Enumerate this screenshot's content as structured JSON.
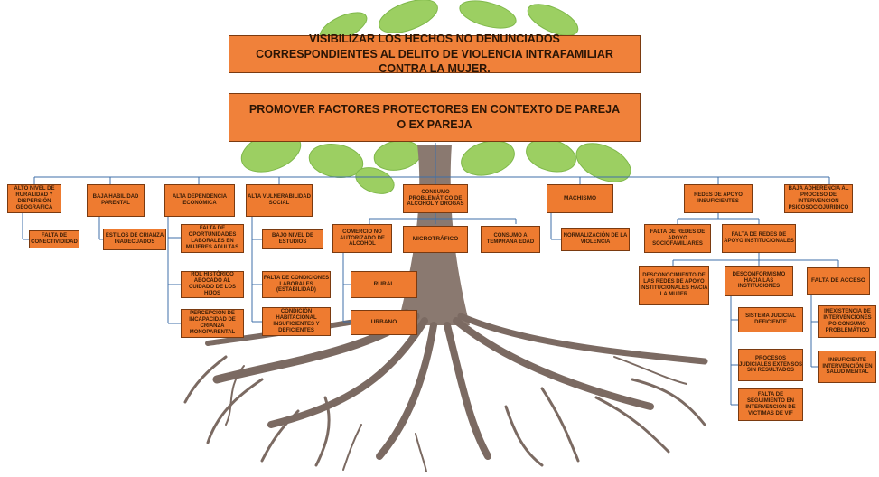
{
  "goals": {
    "objective": "VISIBILIZAR LOS HECHOS NO DENUNCIADOS CORRESPONDIENTES AL DELITO DE VIOLENCIA INTRAFAMILIAR CONTRA LA MUJER.",
    "purpose": "PROMOVER FACTORES PROTECTORES EN CONTEXTO DE PAREJA O EX PAREJA"
  },
  "causes": {
    "ruralidad": "ALTO NIVEL DE RURALIDAD Y DISPERSIÓN GEOGRAFICA",
    "conectividad": "FALTA DE CONECTIVIDIDAD",
    "habilidad": "BAJA HABILIDAD PARENTAL",
    "crianza": "ESTILOS DE CRIANZA INADECUADOS",
    "dependencia": "ALTA DEPENDENCIA ECONÓMICA",
    "oportunidades": "FALTA DE OPORTUNIDADES LABORALES EN MUJERES ADULTAS",
    "rol": "ROL HISTÓRICO ABOCADO AL CUIDADO DE LOS HIJOS",
    "percepcion": "PERCEPCIÓN DE INCAPACIDAD DE CRIANZA MONOPARENTAL",
    "vulnerabilidad": "ALTA VULNERABILIDAD SOCIAL",
    "estudios": "BAJO NIVEL DE ESTUDIOS",
    "condiciones": "FALTA DE CONDICIONES LABORALES (ESTABILIDAD)",
    "habitacional": "CONDICIÓN HABITACIONAL INSUFICIENTES Y DEFICIENTES",
    "consumo": "CONSUMO PROBLEMÁTICO DE ALCOHOL Y DROGAS",
    "comercio": "COMERCIO NO AUTORIZADO DE ALCOHOL",
    "rural": "RURAL",
    "urbano": "URBANO",
    "microtrafico": "MICROTRÁFICO",
    "temprana": "CONSUMO A TEMPRANA EDAD",
    "machismo": "MACHISMO",
    "normalizacion": "NORMALIZACIÓN DE LA VIOLENCIA",
    "redes": "REDES DE APOYO INSUFICIENTES",
    "sociofamiliares": "FALTA DE REDES DE APOYO SOCIOFAMILIARES",
    "institucionales": "FALTA DE REDES DE APOYO INSTITUCIONALES",
    "desconocimiento": "DESCONOCIMIENTO DE LAS REDES DE APOYO INSTITUCIONALES HACIA LA MUJER",
    "desconformismo": "DESCONFORMISMO HACIA LAS INSTITUCIONES",
    "judicial": "SISTEMA JUDICIAL DEFICIENTE",
    "procesos": "PROCESOS JUDICIALES EXTENSOS SIN RESULTADOS",
    "seguimiento": "FALTA DE SEGUIMIENTO EN INTERVENCIÓN DE VICTIMAS DE VIF",
    "acceso": "FALTA DE ACCESO",
    "inexistencia": "INEXISTENCIA DE INTERVENCIONES PO CONSUMO PROBLEMÁTICO",
    "insuficiente": "INSUFICIENTE INTERVENCIÓN EN SALUD MENTAL",
    "adherencia": "BAJA ADHERENCIA AL PROCESO DE INTERVENCION PSICOSOCIOJURIDICO"
  },
  "colors": {
    "box": "#ee7b30",
    "line": "#3f6fa8",
    "leaf": "#9ccf62",
    "root": "#7b6a62"
  }
}
